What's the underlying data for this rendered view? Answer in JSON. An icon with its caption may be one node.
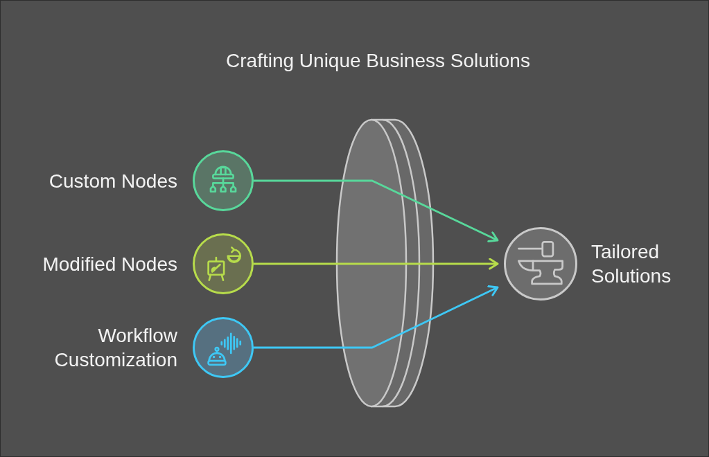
{
  "diagram": {
    "title": "Crafting Unique Business Solutions",
    "nodes": [
      {
        "text": [
          "Custom Nodes"
        ]
      },
      {
        "text": [
          "Modified Nodes"
        ]
      },
      {
        "text": [
          "Workflow Customization"
        ]
      },
      {
        "text": [
          "Tailored Solutions"
        ]
      }
    ],
    "edges": [
      {
        "from": 0,
        "to": 3,
        "arrow": "to",
        "color": "#58d89b"
      },
      {
        "from": 1,
        "to": 3,
        "arrow": "to",
        "color": "#b7dc4b"
      },
      {
        "from": 2,
        "to": 3,
        "arrow": "to",
        "color": "#3ec8f5"
      }
    ]
  }
}
